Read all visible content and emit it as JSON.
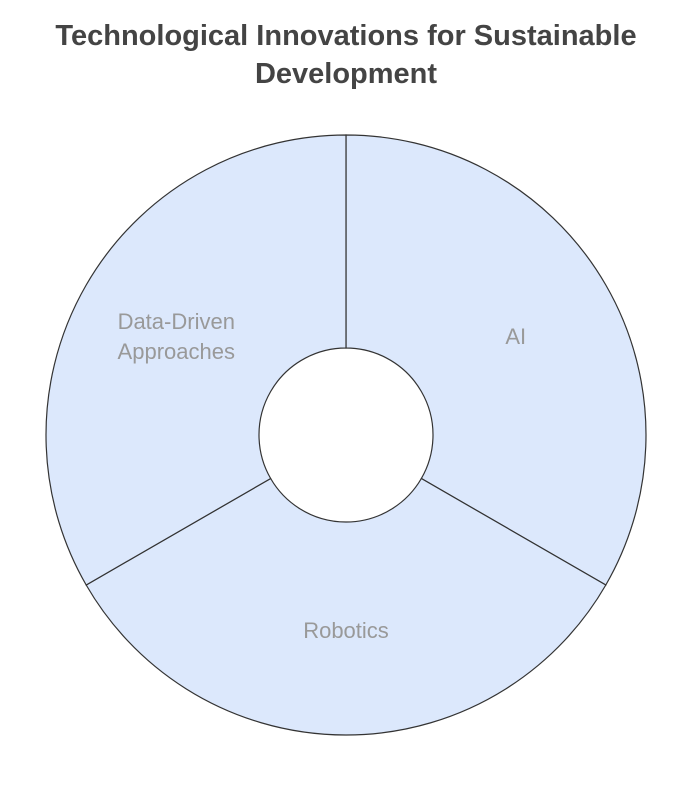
{
  "chart_data": {
    "type": "pie",
    "variant": "donut",
    "title_lines": [
      "Technological Innovations for Sustainable",
      "Development"
    ],
    "categories": [
      "AI",
      "Robotics",
      "Data-Driven Approaches"
    ],
    "values": [
      1,
      1,
      1
    ],
    "label_lines": [
      [
        "AI"
      ],
      [
        "Robotics"
      ],
      [
        "Data-Driven",
        "Approaches"
      ]
    ],
    "colors": {
      "fill": "#dce8fc",
      "stroke": "#333333",
      "label": "#999999",
      "title": "#444444"
    },
    "legend": "none"
  }
}
